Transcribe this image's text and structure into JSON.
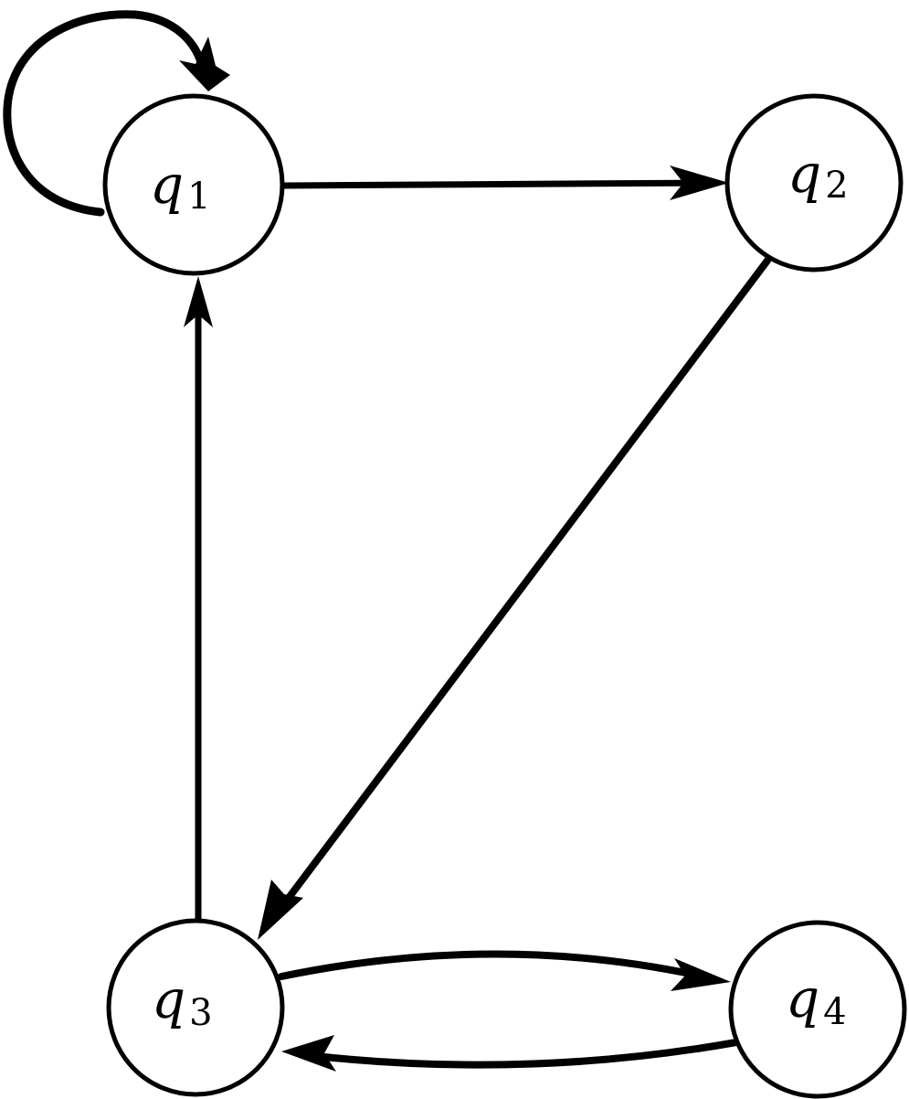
{
  "diagram": {
    "type": "state-transition-graph",
    "states": [
      {
        "id": "q1",
        "base": "q",
        "sub": "1"
      },
      {
        "id": "q2",
        "base": "q",
        "sub": "2"
      },
      {
        "id": "q3",
        "base": "q",
        "sub": "3"
      },
      {
        "id": "q4",
        "base": "q",
        "sub": "4"
      }
    ],
    "transitions": [
      {
        "from": "q1",
        "to": "q1"
      },
      {
        "from": "q1",
        "to": "q2"
      },
      {
        "from": "q2",
        "to": "q3"
      },
      {
        "from": "q3",
        "to": "q1"
      },
      {
        "from": "q3",
        "to": "q4"
      },
      {
        "from": "q4",
        "to": "q3"
      }
    ],
    "colors": {
      "stroke": "#000000",
      "background": "#ffffff"
    }
  }
}
